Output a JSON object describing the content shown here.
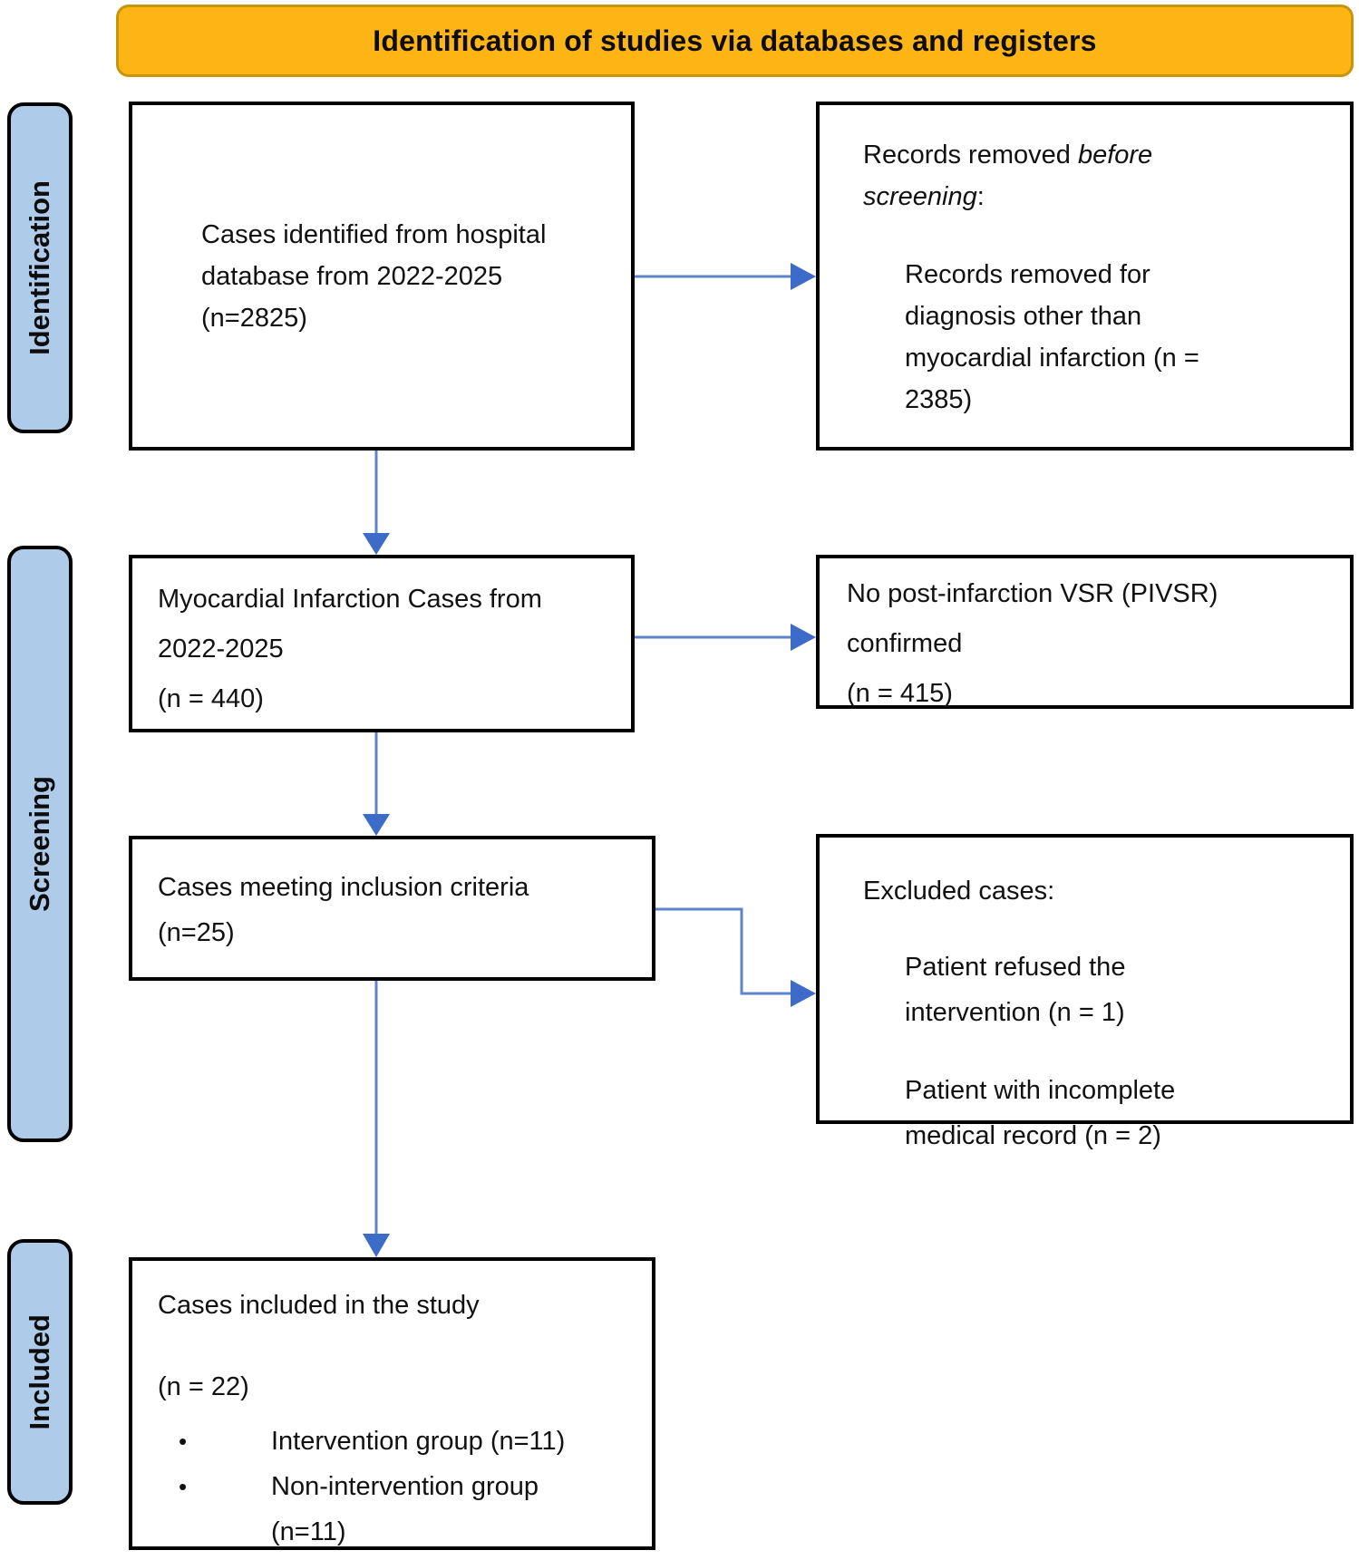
{
  "header": {
    "title": "Identification of studies via databases and registers"
  },
  "sidebar": {
    "stages": [
      {
        "label": "Identification"
      },
      {
        "label": "Screening"
      },
      {
        "label": "Included"
      }
    ]
  },
  "boxes": {
    "identified": {
      "lines": [
        "Cases identified from hospital",
        "database from 2022-2025",
        "(n=2825)"
      ]
    },
    "removed_before": {
      "title_prefix": "Records removed ",
      "title_italic": "before screening",
      "title_suffix": ":",
      "item": "Records removed for diagnosis other than myocardial infarction (n = 2385)"
    },
    "mi_cases": {
      "lines": [
        "Myocardial Infarction Cases from",
        "2022-2025",
        "(n = 440)"
      ]
    },
    "no_pivsr": {
      "lines": [
        "No post-infarction VSR (PIVSR)",
        "confirmed",
        "(n = 415)"
      ]
    },
    "inclusion": {
      "lines": [
        "Cases meeting inclusion criteria",
        "(n=25)"
      ]
    },
    "excluded": {
      "title": "Excluded cases:",
      "items": [
        "Patient refused the intervention (n = 1)",
        "Patient with incomplete medical record (n = 2)"
      ]
    },
    "included": {
      "title": "Cases included in the study",
      "count": "(n = 22)",
      "bullet_char": "•",
      "bullets": [
        "Intervention group (n=11)",
        "Non-intervention group (n=11)"
      ]
    }
  },
  "colors": {
    "banner_fill": "#FCB514",
    "banner_border": "#C8940A",
    "stage_fill": "#AECBE9",
    "arrow_line": "#5E85CB",
    "arrow_head": "#3D6CC8",
    "box_border": "#000000"
  }
}
